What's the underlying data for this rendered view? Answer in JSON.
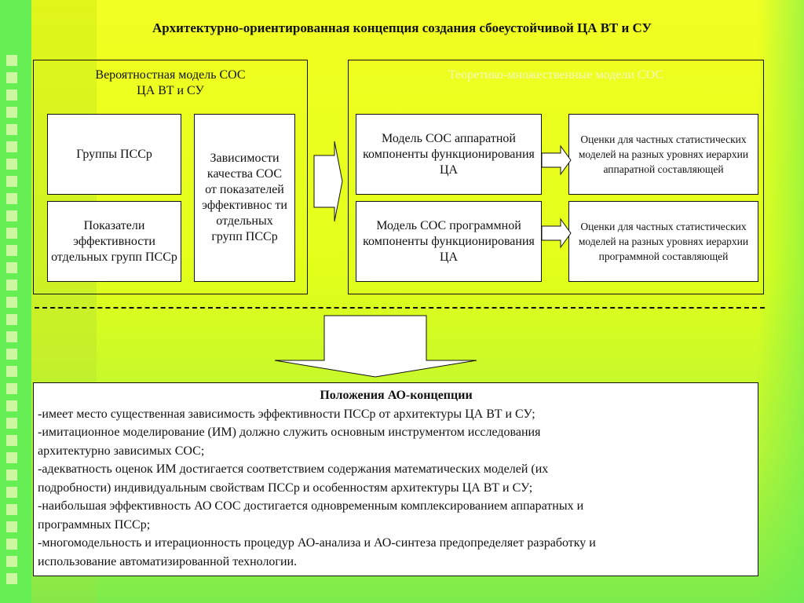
{
  "title": "Архитектурно-ориентированная концепция создания сбоеустойчивой ЦА ВТ и СУ",
  "left_frame": {
    "title_line1": "Вероятностная модель СОС",
    "title_line2": "ЦА ВТ и СУ",
    "box_groups": "Группы ПССр",
    "box_indicators": "Показатели эффективности отдельных групп ПССр",
    "box_dependencies": "Зависимости качества СОС от показателей эффективнос ти отдельных групп ПССр"
  },
  "right_frame": {
    "title": "Теоретико-множественные модели СОС",
    "model_hardware": "Модель СОС аппаратной компоненты функционирования ЦА",
    "model_software": "Модель СОС программной компоненты функционирования ЦА",
    "estimates_hardware": "Оценки для частных статистических моделей на разных уровнях иерархии аппаратной составляющей",
    "estimates_software": "Оценки для частных статистических моделей на разных уровнях иерархии программной составляющей"
  },
  "positions": {
    "heading": "Положения АО-концепции",
    "lines": [
      "-имеет место существенная зависимость эффективности ПССр от архитектуры ЦА ВТ и СУ;",
      "-имитационное моделирование (ИМ) должно служить основным инструментом исследования",
      "архитектурно зависимых СОС;",
      "-адекватность оценок ИМ достигается соответствием содержания математических моделей (их",
      "подробности) индивидуальным свойствам ПССр и особенностям архитектуры ЦА ВТ и СУ;",
      "-наибольшая эффективность АО СОС достигается одновременным комплексированием аппаратных и",
      "программных ПССр;",
      "-многомодельность и итерационность процедур АО-анализа и АО-синтеза предопределяет разработку и",
      "использование автоматизированной технологии."
    ]
  },
  "colors": {
    "green_band": "#66ee55",
    "yellow": "#f2ff22",
    "square": "#ccf7a0"
  }
}
